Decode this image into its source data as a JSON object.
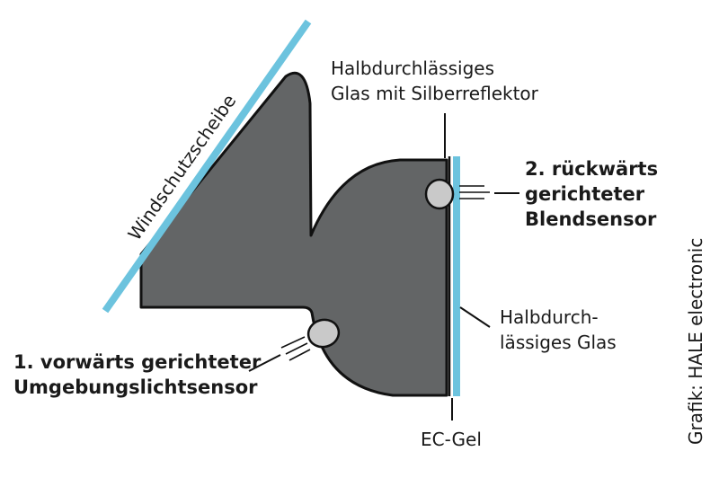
{
  "colors": {
    "housing": "#636566",
    "outline": "#111111",
    "glass": "#6cc3de",
    "background": "#ffffff"
  },
  "labels": {
    "windshield": "Windschutzscheibe",
    "silver_glass": [
      "Halbdurchlässiges",
      "Glas mit Silberreflektor"
    ],
    "rear_sensor": [
      "2. rückwärts",
      "gerichteter",
      "Blendsensor"
    ],
    "semi_glass": [
      "Halbdurch-",
      "lässiges Glas"
    ],
    "front_sensor": [
      "1. vorwärts gerichteter",
      "Umgebungslichtsensor"
    ],
    "ec_gel": "EC-Gel",
    "credit": "Grafik: HALE electronic"
  }
}
